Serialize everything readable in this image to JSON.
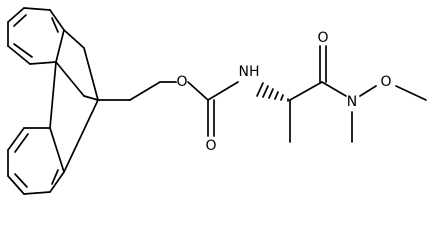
{
  "structure": {
    "atoms": {
      "carbamate_o": "O",
      "carbonyl_o_carbamate": "O",
      "amide_nh": "NH",
      "carbonyl_o_amide": "O",
      "weinreb_n": "N",
      "methoxy_o": "O"
    },
    "stereo_bond": "hashed-wedge"
  }
}
